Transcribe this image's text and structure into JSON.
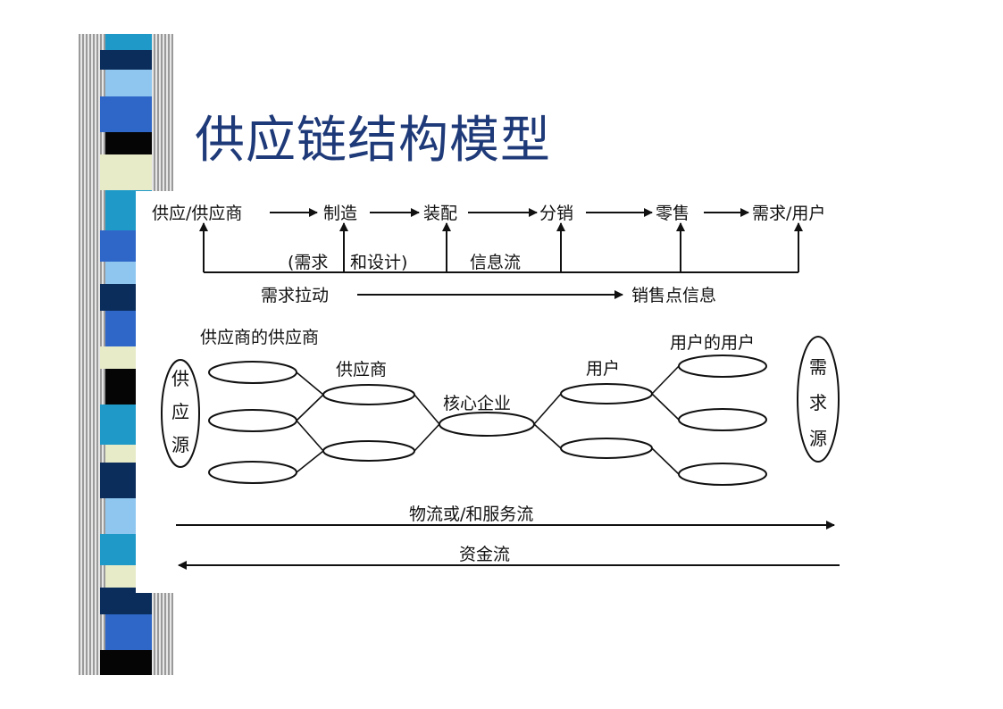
{
  "slide": {
    "title": "供应链结构模型"
  },
  "flow_chain": {
    "stages": [
      "供应/供应商",
      "制造",
      "装配",
      "分销",
      "零售",
      "需求/用户"
    ],
    "note_demand": "(需求",
    "note_design": "和设计)",
    "info_flow": "信息流",
    "demand_pull": "需求拉动",
    "pos_info": "销售点信息"
  },
  "network": {
    "supply_source": [
      "供",
      "应",
      "源"
    ],
    "demand_source": [
      "需",
      "求",
      "源"
    ],
    "supplier_of_supplier": "供应商的供应商",
    "supplier": "供应商",
    "core_enterprise": "核心企业",
    "user": "用户",
    "user_of_user": "用户的用户"
  },
  "bottom_flows": {
    "material_flow": "物流或/和服务流",
    "capital_flow": "资金流"
  },
  "colors": {
    "title": "#1f3a78",
    "stripe_dark": "#0b2d5c",
    "stripe_blue": "#2e67c8",
    "stripe_teal": "#1f9ac8",
    "stripe_sky": "#8ec6f0",
    "stripe_cream": "#e8ebc8",
    "stripe_black": "#050505",
    "line": "#111111"
  }
}
